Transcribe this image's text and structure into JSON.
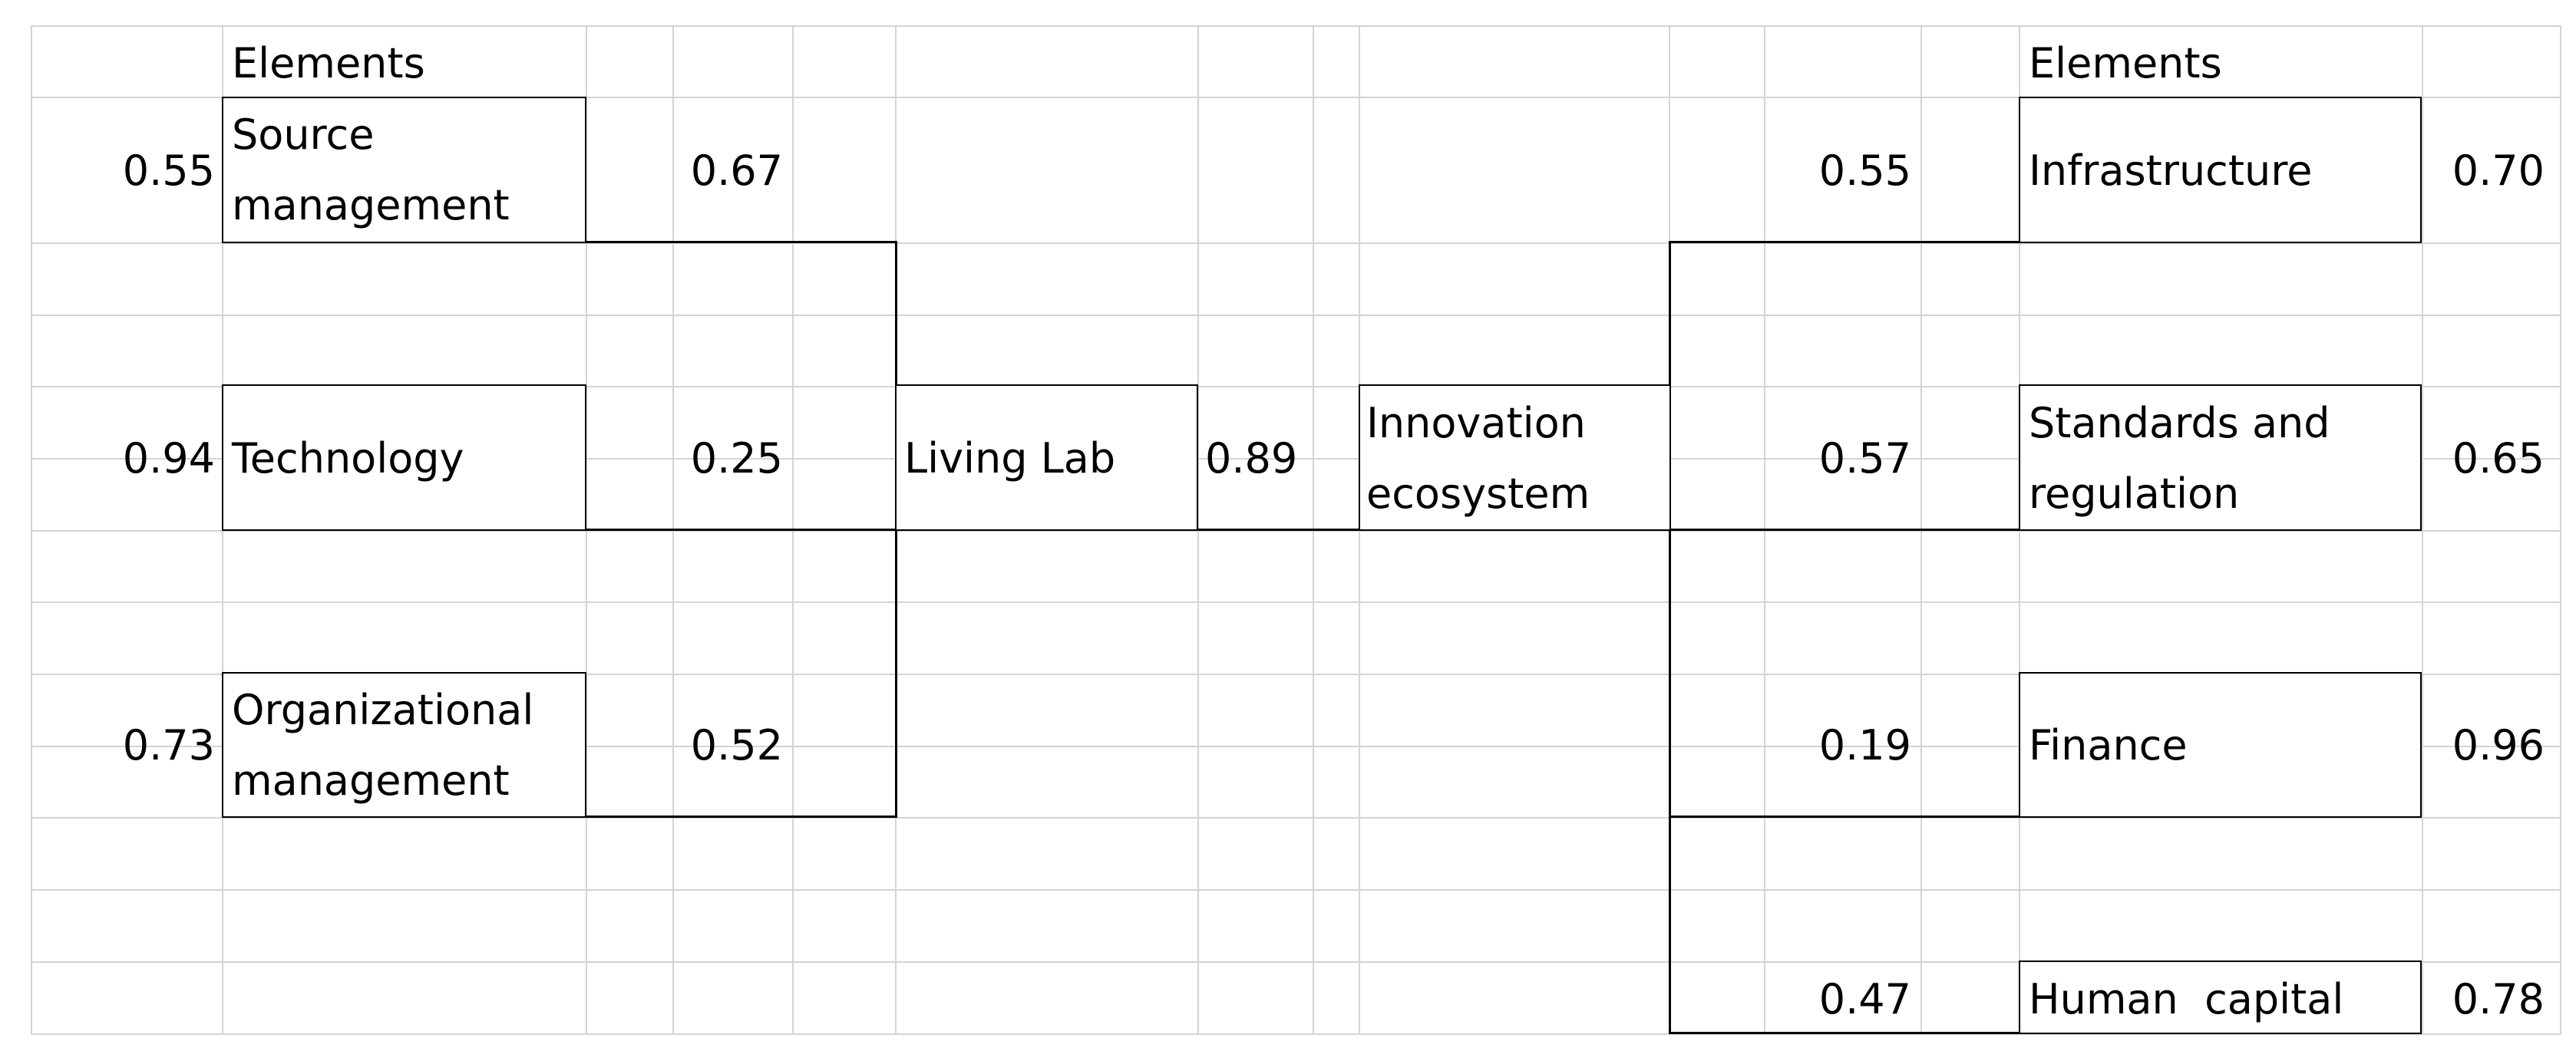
{
  "left": {
    "header": "Elements",
    "items": [
      {
        "input": "0.55",
        "label": "Source\nmanagement",
        "output": "0.67"
      },
      {
        "input": "0.94",
        "label": "Technology",
        "output": "0.25"
      },
      {
        "input": "0.73",
        "label": "Organizational\nmanagement",
        "output": "0.52"
      }
    ]
  },
  "center": {
    "living_lab": "Living Lab",
    "link_value": "0.89",
    "innovation_ecosystem": "Innovation\necosystem"
  },
  "right": {
    "header": "Elements",
    "items": [
      {
        "input": "0.55",
        "label": "Infrastructure",
        "output": "0.70"
      },
      {
        "input": "0.57",
        "label": "Standards and\nregulation",
        "output": "0.65"
      },
      {
        "input": "0.19",
        "label": "Finance",
        "output": "0.96"
      },
      {
        "input": "0.47",
        "label": "Human  capital",
        "output": "0.78"
      }
    ]
  }
}
